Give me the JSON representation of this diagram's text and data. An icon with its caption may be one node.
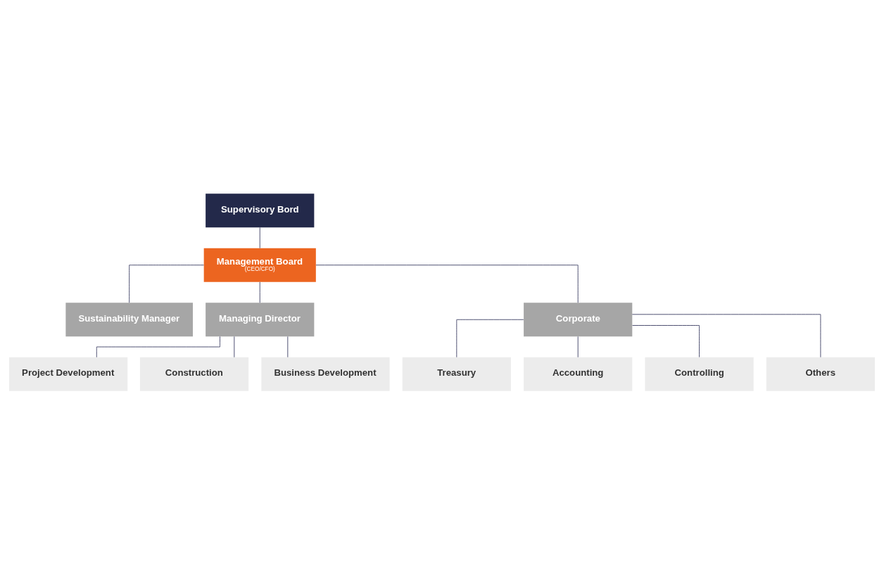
{
  "diagram": {
    "nodes": [
      {
        "text": [
          "Supervisory Bord"
        ]
      },
      {
        "text": [
          "Management Board",
          "(CEO/CFO)"
        ]
      },
      {
        "text": [
          "Sustainability Manager"
        ]
      },
      {
        "text": [
          "Managing Director"
        ]
      },
      {
        "text": [
          "Corporate"
        ]
      },
      {
        "text": [
          "Project Development"
        ]
      },
      {
        "text": [
          "Construction"
        ]
      },
      {
        "text": [
          "Business Development"
        ]
      },
      {
        "text": [
          "Treasury"
        ]
      },
      {
        "text": [
          "Accounting"
        ]
      },
      {
        "text": [
          "Controlling"
        ]
      },
      {
        "text": [
          "Others"
        ]
      }
    ],
    "edges": [
      {
        "from": 0,
        "to": 1,
        "arrow": "none"
      },
      {
        "from": 1,
        "to": 2,
        "arrow": "none"
      },
      {
        "from": 1,
        "to": 3,
        "arrow": "none"
      },
      {
        "from": 1,
        "to": 4,
        "arrow": "none"
      },
      {
        "from": 3,
        "to": 5,
        "arrow": "none"
      },
      {
        "from": 3,
        "to": 6,
        "arrow": "none"
      },
      {
        "from": 3,
        "to": 7,
        "arrow": "none"
      },
      {
        "from": 4,
        "to": 8,
        "arrow": "none"
      },
      {
        "from": 4,
        "to": 9,
        "arrow": "none"
      },
      {
        "from": 4,
        "to": 10,
        "arrow": "none"
      },
      {
        "from": 4,
        "to": 11,
        "arrow": "none"
      }
    ]
  }
}
